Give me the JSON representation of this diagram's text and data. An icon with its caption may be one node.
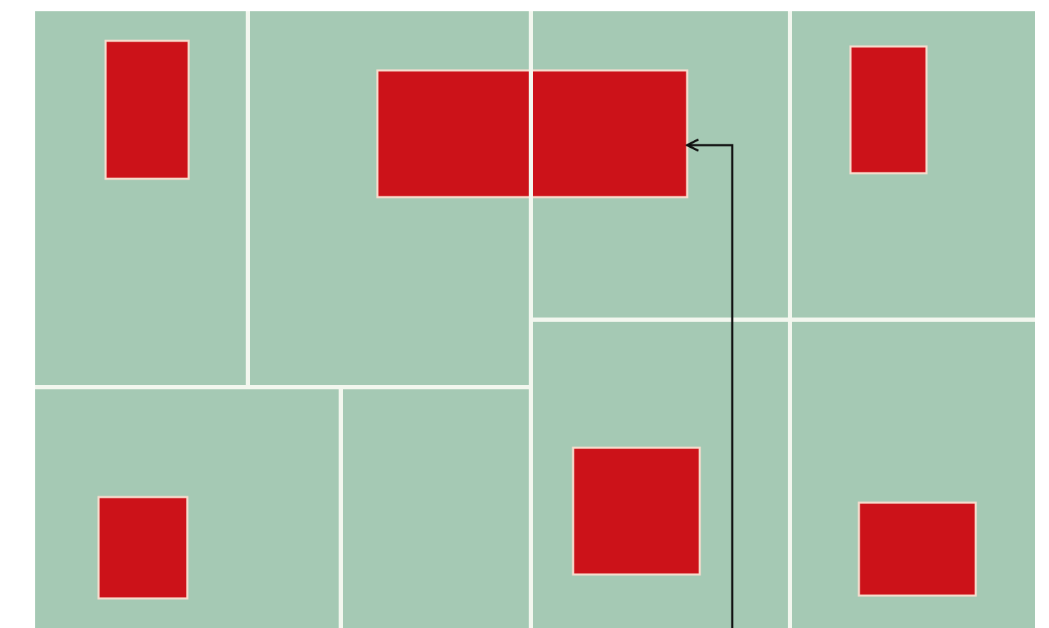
{
  "diagram": {
    "nodes": [
      {
        "text": [],
        "shape": "box"
      },
      {
        "text": [],
        "shape": "box"
      },
      {
        "text": [],
        "shape": "box"
      },
      {
        "text": [],
        "shape": "box"
      },
      {
        "text": [],
        "shape": "box"
      },
      {
        "text": [],
        "shape": "box"
      }
    ],
    "edges": [
      {
        "from": null,
        "to": 1,
        "arrow": "to"
      }
    ]
  }
}
